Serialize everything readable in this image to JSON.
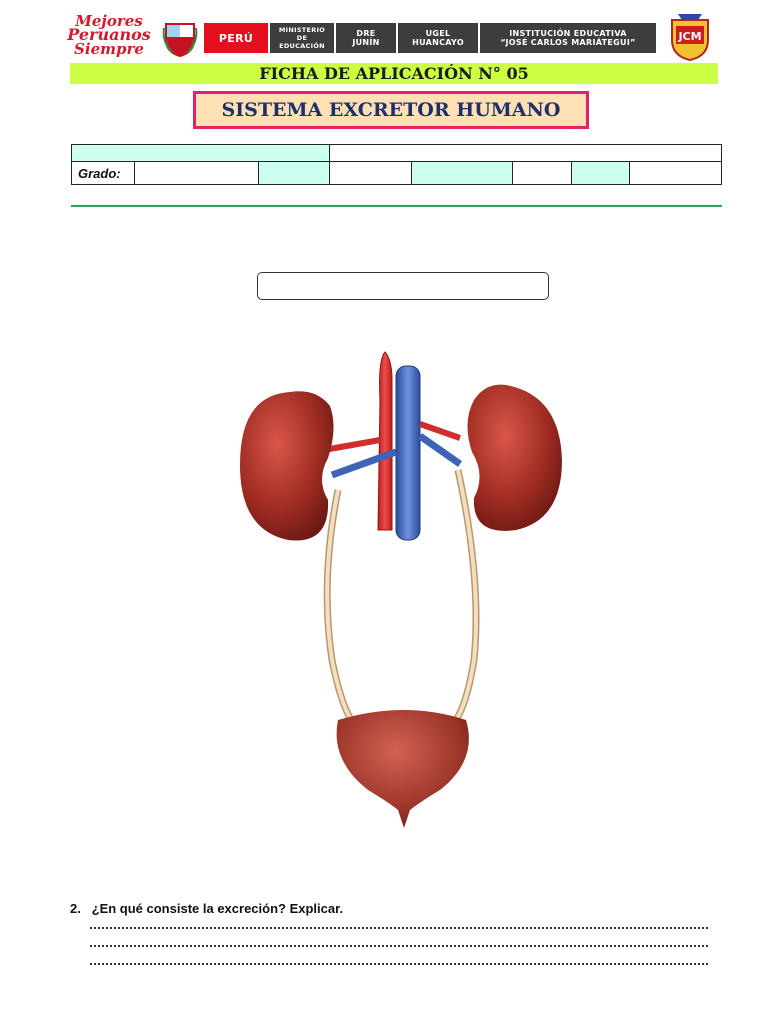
{
  "header": {
    "slogan": [
      "Mejores",
      "Peruanos",
      "Siempre"
    ],
    "peru": "PERÚ",
    "ministerio": [
      "MINISTERIO",
      "DE",
      "EDUCACIÓN"
    ],
    "dre": [
      "DRE",
      "JUNÍN"
    ],
    "ugel": [
      "UGEL",
      "HUANCAYO"
    ],
    "institucion": [
      "INSTITUCIÓN EDUCATIVA",
      "“JOSÉ CARLOS MARIÁTEGUI”"
    ],
    "crest_text": "JCM"
  },
  "ficha": "FICHA DE APLICACIÓN N° 05",
  "title": "SISTEMA EXCRETOR HUMANO",
  "form": {
    "grado_label": "Grado:"
  },
  "question": {
    "number": "2.",
    "text": "¿En qué consiste la excreción? Explicar."
  },
  "colors": {
    "ficha_bar": "#ccff44",
    "title_bg": "#fde1b5",
    "title_border": "#e2236c",
    "cells": "#ccfff0",
    "rule": "#25a956",
    "peru": "#e30f1f",
    "ministry": "#3d3d3d"
  }
}
